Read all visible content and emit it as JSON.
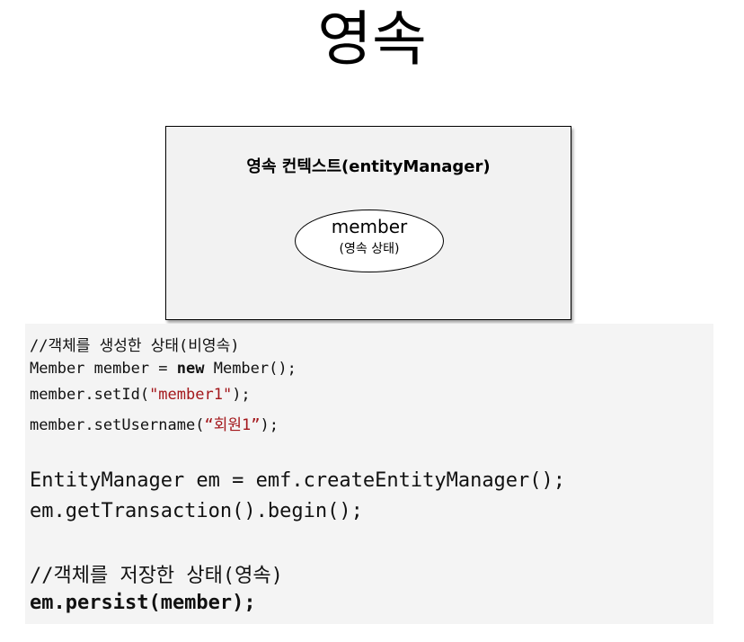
{
  "title": "영속",
  "context": {
    "label": "영속 컨텍스트(entityManager)",
    "entity": {
      "name": "member",
      "state": "(영속 상태)"
    }
  },
  "code": {
    "comment_new": "//객체를 생성한 상태(비영속)",
    "l1_a": "Member member = ",
    "l1_kw": "new",
    "l1_b": " Member();",
    "l2_a": "member.setId(",
    "l2_str": "\"member1\"",
    "l2_b": ");",
    "l3_a": "member.setUsername(",
    "l3_str": "“회원1”",
    "l3_b": ");",
    "l4": "EntityManager em = emf.createEntityManager();",
    "l5": "em.getTransaction().begin();",
    "comment_persist": "//객체를 저장한 상태(영속)",
    "l6": "em.persist(member);"
  }
}
